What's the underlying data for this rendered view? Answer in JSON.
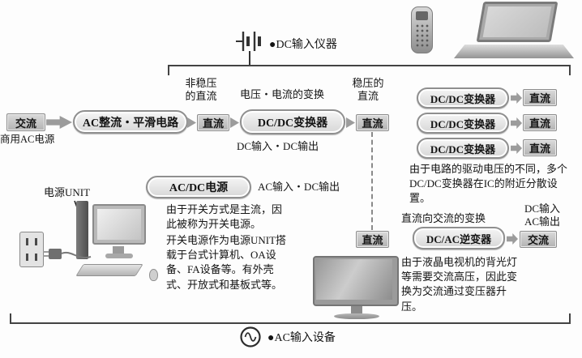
{
  "colors": {
    "pill_border": "#8f8f8f",
    "pill_fill": "#e6e6e6",
    "tag_fill": "#c3c3c3",
    "arrow": "#9c9c9c",
    "bracket": "#434343",
    "text": "#141414"
  },
  "icons": {
    "battery": "dc-battery-schematic",
    "ac_wave": "sine-wave-in-circle"
  },
  "top_bracket": {
    "label": "●DC输入仪器"
  },
  "bottom_bracket": {
    "label": "●AC输入设备"
  },
  "main_flow": {
    "ac_label": "交流",
    "ac_caption": "商用AC电源",
    "rectifier_label": "AC整流・平滑电路",
    "unregulated_caption": "非稳压的直流",
    "dc_label": "直流",
    "conversion_caption": "电压・电流的变换",
    "dcdc_label": "DC/DC变换器",
    "dcdc_io_caption": "DC输入・DC输出",
    "regulated_caption": "稳压的直流"
  },
  "distributed": {
    "dcdc_label": "DC/DC变换器",
    "dc_label": "直流",
    "note": "由于电路的驱动电压的不同，多个DC/DC变换器在IC的附近分散设置。"
  },
  "acdc": {
    "label": "AC/DC电源",
    "io_caption": "AC输入・DC输出",
    "switching_note": "由于开关方式是主流，因此被称为开关电源。",
    "unit_note": "开关电源作为电源UNIT搭载于台式计算机、OA设备、FA设备等。有外壳式、开放式和基板式等。",
    "power_unit_label": "电源UNIT"
  },
  "inverter": {
    "dc_label": "直流",
    "conversion_caption": "直流向交流的变换",
    "label": "DC/AC逆变器",
    "io_line1": "DC输入",
    "io_line2": "AC输出",
    "ac_label": "交流",
    "note": "由于液晶电视机的背光灯等需要交流高压，因此变换为交流通过变压器升压。"
  }
}
